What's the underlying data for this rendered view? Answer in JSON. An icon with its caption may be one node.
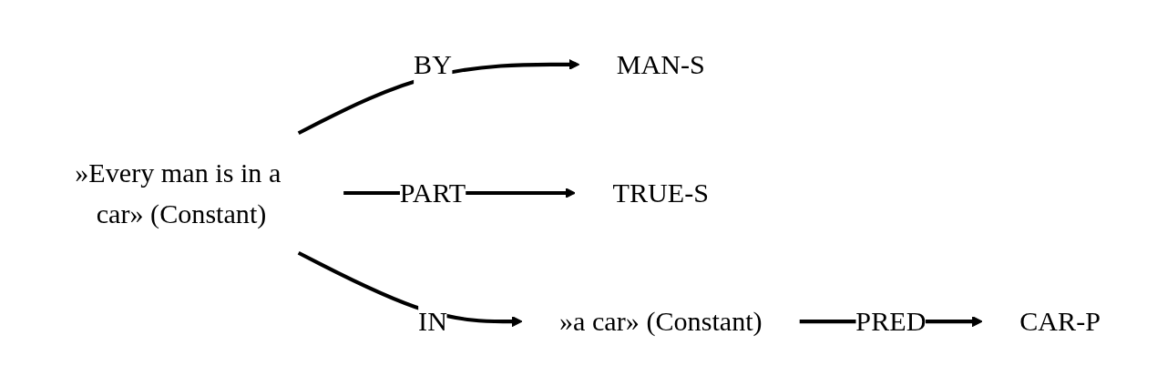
{
  "diagram": {
    "nodes": [
      {
        "text": [
          "MAN-S"
        ]
      },
      {
        "text": [
          "CAR-P"
        ]
      },
      {
        "text": [
          "»Every man is in a car» (Constant)"
        ]
      },
      {
        "text": [
          "TRUE-S"
        ]
      },
      {
        "text": [
          "»a car» (Constant)"
        ]
      }
    ],
    "edges": [
      {
        "from": 2,
        "to": 0,
        "arrow": "to",
        "label": "BY"
      },
      {
        "from": 2,
        "to": 3,
        "arrow": "to",
        "label": "PART"
      },
      {
        "from": 2,
        "to": 4,
        "arrow": "to",
        "label": "IN"
      },
      {
        "from": 4,
        "to": 1,
        "arrow": "to",
        "label": "PRED"
      }
    ]
  }
}
